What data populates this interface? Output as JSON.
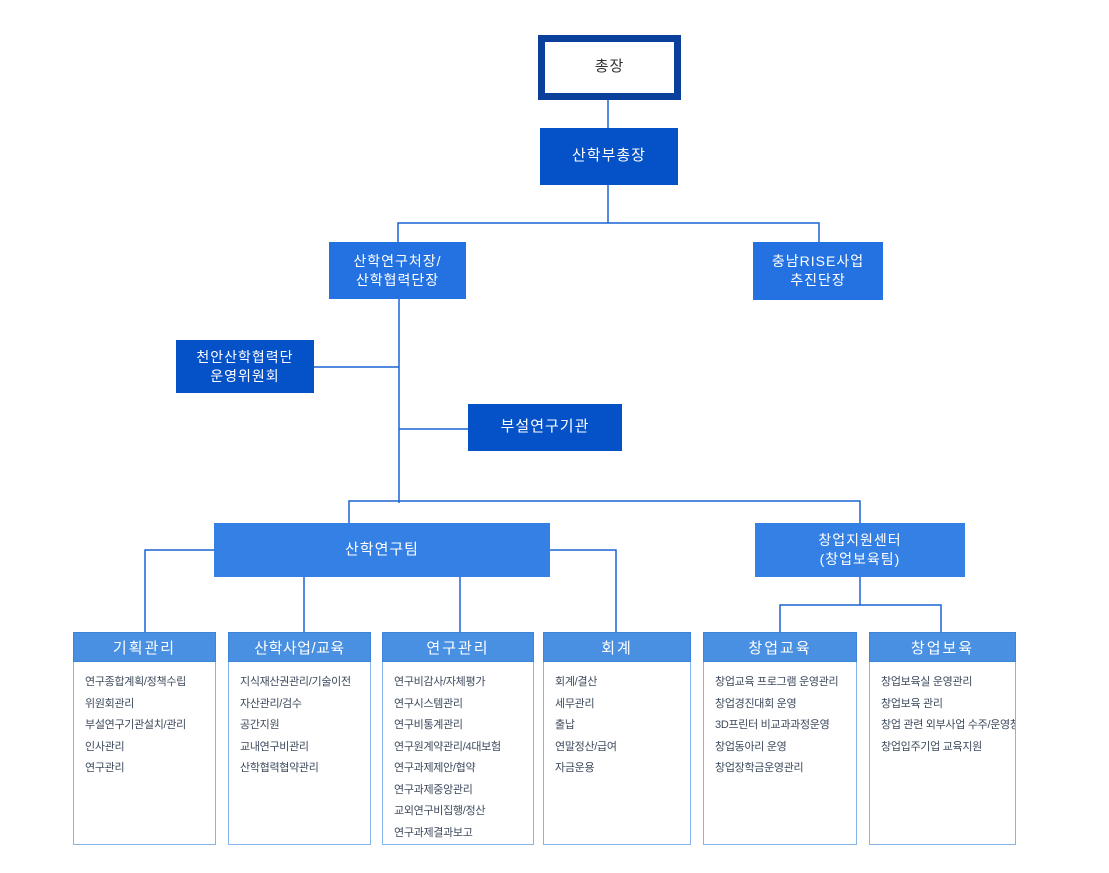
{
  "nodes": {
    "president": {
      "label": "총장"
    },
    "vice_president": {
      "label": "산학부총장"
    },
    "research_director": {
      "label": "산학연구처장/\n산학협력단장"
    },
    "rise_project": {
      "label": "충남RISE사업\n추진단장"
    },
    "cheonan_committee": {
      "label": "천안산학협력단\n운영위원회"
    },
    "annex_institute": {
      "label": "부설연구기관"
    },
    "research_team": {
      "label": "산학연구팀"
    },
    "startup_center": {
      "label": "창업지원센터\n(창업보육팀)"
    }
  },
  "departments": [
    {
      "title": "기획관리",
      "items": [
        "연구종합계획/정책수립",
        "위원회관리",
        "부설연구기관설치/관리",
        "인사관리",
        "연구관리"
      ]
    },
    {
      "title": "산학사업/교육",
      "items": [
        "지식재산권관리/기술이전",
        "자산관리/검수",
        "공간지원",
        "교내연구비관리",
        "산학협력협약관리"
      ]
    },
    {
      "title": "연구관리",
      "items": [
        "연구비감사/자체평가",
        "연구시스템관리",
        "연구비통계관리",
        "연구원계약관리/4대보험",
        "연구과제제안/협약",
        "연구과제중앙관리",
        "교외연구비집행/정산",
        "연구과제결과보고"
      ]
    },
    {
      "title": "회계",
      "items": [
        "회계/결산",
        "세무관리",
        "출납",
        "연말정산/급여",
        "자금운용"
      ]
    },
    {
      "title": "창업교육",
      "items": [
        "창업교육 프로그램 운영관리",
        "창업경진대회 운영",
        "3D프린터 비교과과정운영",
        "창업동아리 운영",
        "창업장학금운영관리"
      ]
    },
    {
      "title": "창업보육",
      "items": [
        "창업보육실 운영관리",
        "창업보육 관리",
        "창업 관련 외부사업 수주/운영창",
        "창업입주기업 교육지원"
      ]
    }
  ],
  "colors": {
    "president_border": "#0a3f9c",
    "dark_blue": "#0551c8",
    "medium_blue": "#2472e2",
    "team_blue": "#3580e4",
    "header_blue": "#4a90e2",
    "line_blue": "#1a64d2",
    "body_border": "#85b4ea",
    "item_text": "#3d4a5c"
  }
}
